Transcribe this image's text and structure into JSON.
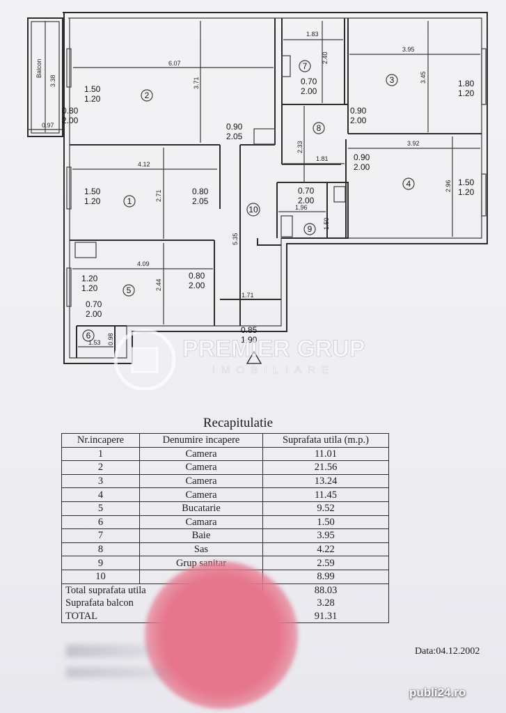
{
  "plan": {
    "balcony_label": "Balcon",
    "room_numbers": [
      "1",
      "2",
      "3",
      "4",
      "5",
      "6",
      "7",
      "8",
      "9",
      "10"
    ],
    "openings": [
      {
        "w": "1.50",
        "h": "1.20"
      },
      {
        "w": "0.80",
        "h": "2.00"
      },
      {
        "w": "0.90",
        "h": "2.05"
      },
      {
        "w": "0.70",
        "h": "2.00"
      },
      {
        "w": "0.90",
        "h": "2.00"
      },
      {
        "w": "1.80",
        "h": "1.20"
      },
      {
        "w": "0.90",
        "h": "2.00"
      },
      {
        "w": "1.50",
        "h": "1.20"
      },
      {
        "w": "1.50",
        "h": "1.20"
      },
      {
        "w": "0.80",
        "h": "2.05"
      },
      {
        "w": "0.70",
        "h": "2.00"
      },
      {
        "w": "1.20",
        "h": "1.20"
      },
      {
        "w": "0.80",
        "h": "2.00"
      },
      {
        "w": "0.70",
        "h": "2.00"
      },
      {
        "w": "0.85",
        "h": "1.90"
      }
    ],
    "dimensions": [
      "3.38",
      "0.97",
      "6.07",
      "3.71",
      "1.83",
      "2.40",
      "3.95",
      "3.45",
      "2.33",
      "1.81",
      "3.92",
      "2.96",
      "4.12",
      "2.71",
      "5.35",
      "1.96",
      "1.50",
      "4.09",
      "2.44",
      "1.71",
      "1.53",
      "0.98"
    ]
  },
  "watermark": {
    "brand": "PREMIER GRUP",
    "sub": "IMOBILIARE"
  },
  "recap": {
    "title": "Recapitulatie",
    "headers": [
      "Nr.incapere",
      "Denumire incapere",
      "Suprafata utila (m.p.)"
    ],
    "rows": [
      [
        "1",
        "Camera",
        "11.01"
      ],
      [
        "2",
        "Camera",
        "21.56"
      ],
      [
        "3",
        "Camera",
        "13.24"
      ],
      [
        "4",
        "Camera",
        "11.45"
      ],
      [
        "5",
        "Bucatarie",
        "9.52"
      ],
      [
        "6",
        "Camara",
        "1.50"
      ],
      [
        "7",
        "Baie",
        "3.95"
      ],
      [
        "8",
        "Sas",
        "4.22"
      ],
      [
        "9",
        "Grup sanitar",
        "2.59"
      ],
      [
        "10",
        "",
        "8.99"
      ]
    ],
    "totals": [
      [
        "Total suprafata utila",
        "88.03"
      ],
      [
        "Suprafata balcon",
        "3.28"
      ],
      [
        "TOTAL",
        "91.31"
      ]
    ]
  },
  "date": "Data:04.12.2002",
  "site": "publi24.ro",
  "stamp_color": "#e6768c"
}
